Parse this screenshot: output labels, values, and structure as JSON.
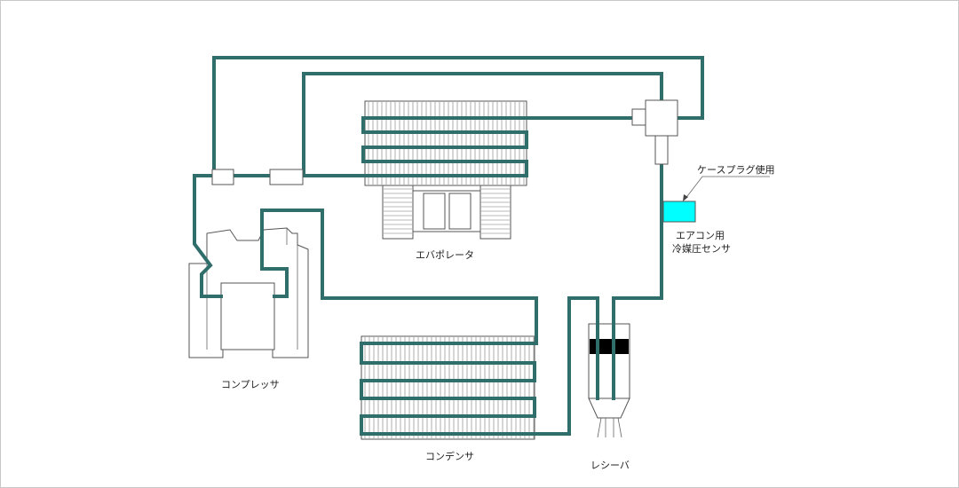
{
  "labels": {
    "evaporator": "エバポレータ",
    "compressor": "コンプレッサ",
    "condenser": "コンデンサ",
    "receiver": "レシーバ",
    "case_plug": "ケースプラグ使用",
    "sensor_line1": "エアコン用",
    "sensor_line2": "冷媒圧センサ"
  },
  "colors": {
    "pipe": "#2f6e6b",
    "sensor": "#00ffff",
    "outline": "#555555",
    "receiver_band": "#000000",
    "frame_border": "#c8c8c8"
  }
}
